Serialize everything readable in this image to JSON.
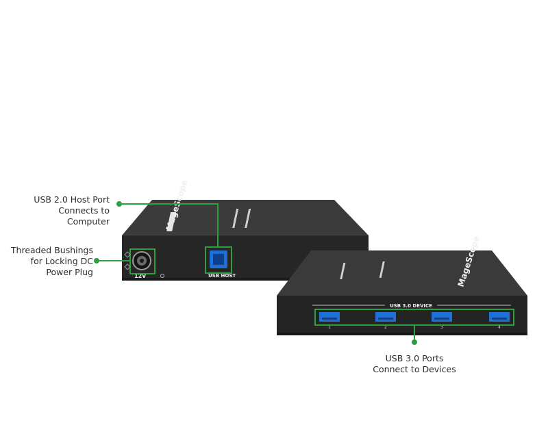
{
  "callouts": {
    "host_port": {
      "line1": "USB 2.0 Host Port",
      "line2": "Connects to Computer"
    },
    "bushings": {
      "line1": "Threaded Bushings",
      "line2": "for Locking DC",
      "line3": "Power Plug"
    },
    "usb3_ports": {
      "line1": "USB 3.0 Ports",
      "line2": "Connect to Devices"
    }
  },
  "device_back": {
    "power_label": "12V",
    "usb_host_label": "USB HOST",
    "brand": "MageScope"
  },
  "device_front": {
    "group_label": "USB 3.0 DEVICE",
    "port_numbers": [
      "1",
      "2",
      "3",
      "4"
    ],
    "brand": "MageScope"
  },
  "colors": {
    "accent_green": "#2e9e3e",
    "device_body": "#2b2b2b",
    "port_blue": "#1f6fd6"
  }
}
